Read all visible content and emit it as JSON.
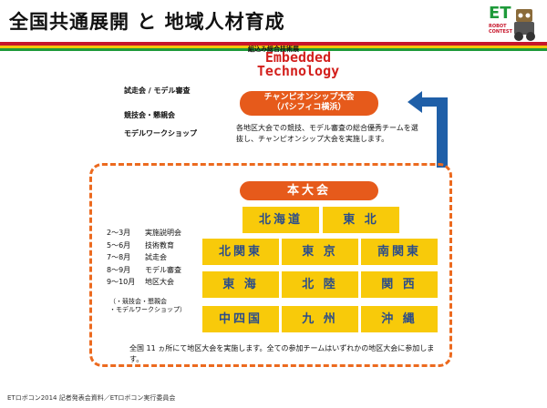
{
  "title": "全国共通展開 と 地域人材育成",
  "logo": {
    "main": "ET",
    "sub": "ROBOT CONTEST"
  },
  "et_tag": "組込み総合技術展",
  "et_logo": [
    "Embedded",
    "Technology"
  ],
  "champ": {
    "line1": "チャンピオンシップ大会",
    "line2": "（パシフィコ横浜）"
  },
  "left_labels": {
    "trial": "試走会 / モデル審査",
    "contest": "競技会・懇親会",
    "workshop": "モデルワークショップ"
  },
  "description": "各地区大会での競技、モデル審査の総合優秀チームを選抜し、チャンピオンシップ大会を実施します。",
  "honban": "本大会",
  "regions": {
    "hokkaido": "北海道",
    "tohoku": "東 北",
    "kitakanto": "北関東",
    "tokyo": "東 京",
    "minamikanto": "南関東",
    "tokai": "東 海",
    "hokuriku": "北 陸",
    "kansai": "関 西",
    "chushikoku": "中四国",
    "kyushu": "九 州",
    "okinawa": "沖 縄"
  },
  "schedule": [
    {
      "month": "2～3月",
      "event": "実施説明会"
    },
    {
      "month": "5～6月",
      "event": "技術教育"
    },
    {
      "month": "7～8月",
      "event": "試走会"
    },
    {
      "month": "8～9月",
      "event": "モデル審査"
    },
    {
      "month": "9～10月",
      "event": "地区大会"
    }
  ],
  "schedule_note": {
    "line1": "（・競技会・懇親会",
    "line2": "・モデルワークショップ）"
  },
  "bottom_text": "全国 11 ヵ所にて地区大会を実施します。全ての参加チームはいずれかの地区大会に参加します。",
  "footer": "ETロボコン2014 記者発表会資料／ETロボコン実行委員会",
  "colors": {
    "orange": "#e65a1b",
    "yellow": "#f8ca0a",
    "blue": "#1f5fa8",
    "red": "#c7162b",
    "green": "#1e9a3a"
  }
}
